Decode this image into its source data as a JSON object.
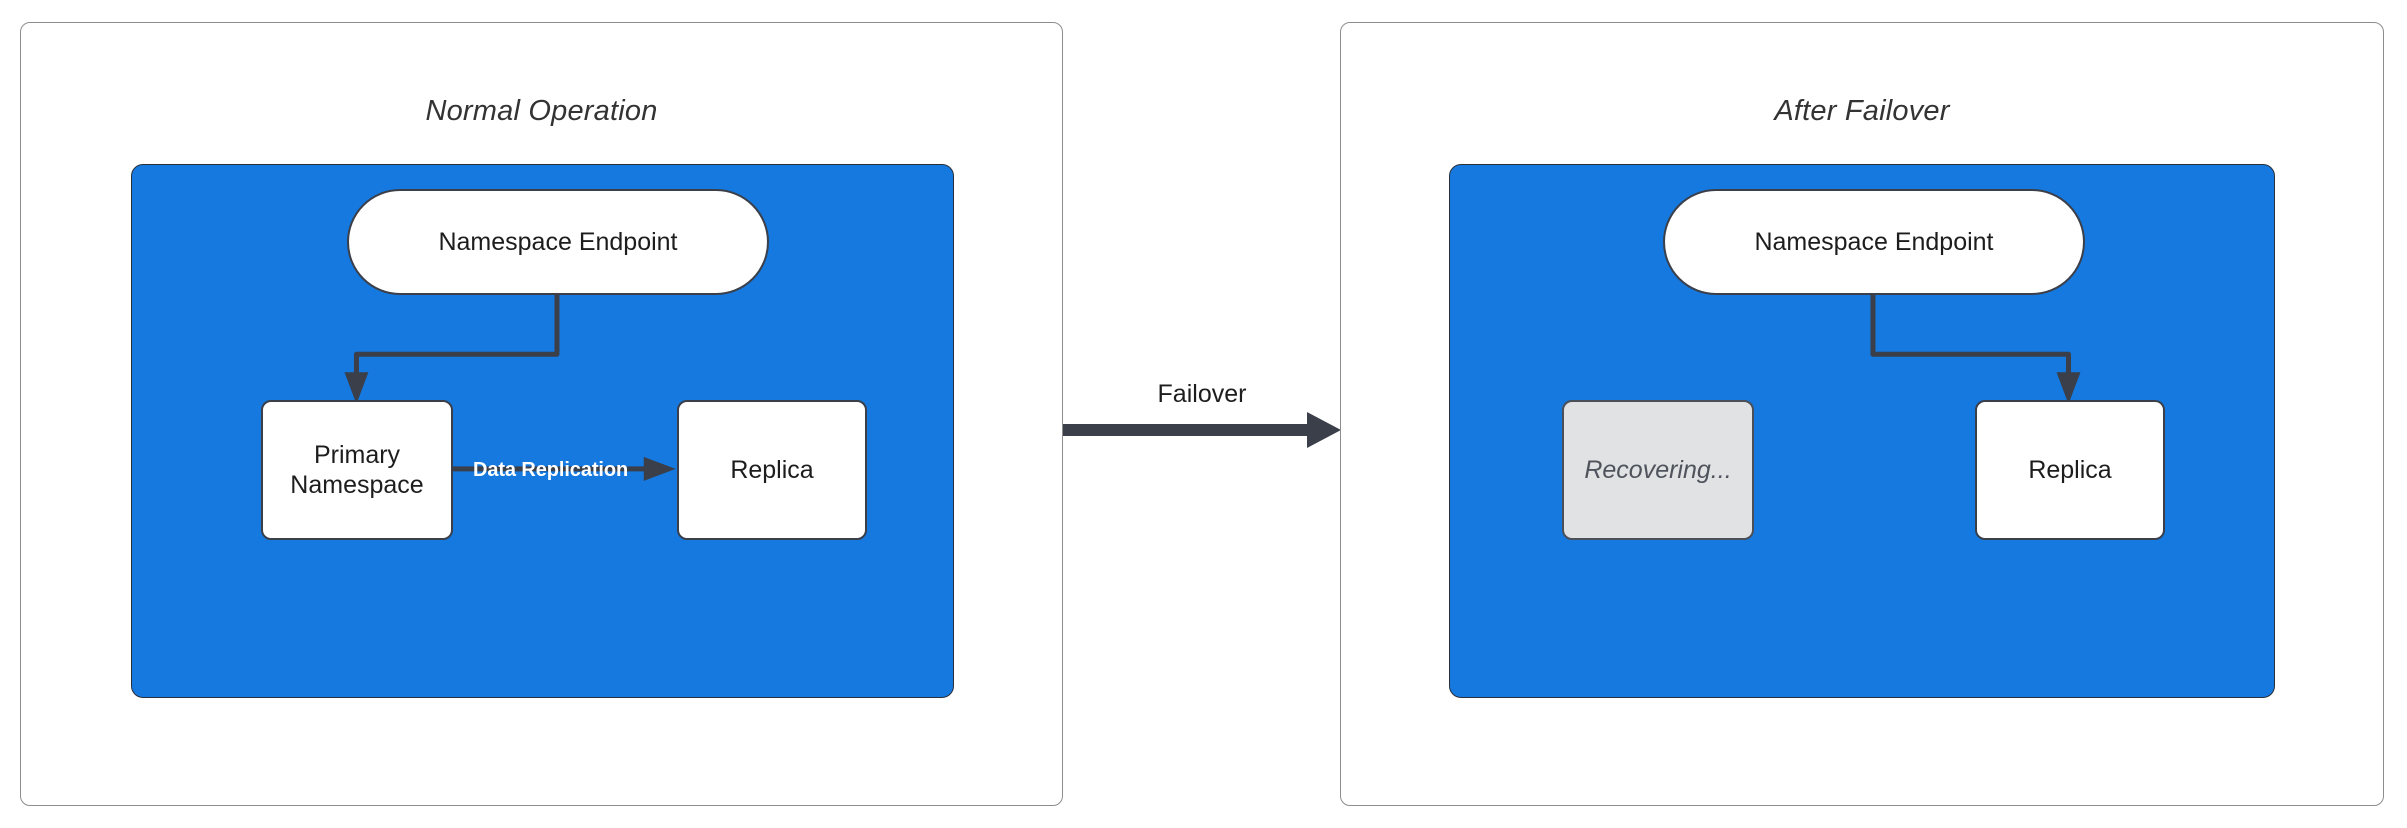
{
  "diagram": {
    "title_left": "Normal Operation",
    "title_right": "After Failover",
    "transition_label": "Failover",
    "colors": {
      "region_blue": "#1579E0",
      "node_white": "#ffffff",
      "node_muted": "#e1e2e4",
      "edge_dark": "#3a3f49",
      "panel_border": "#8d8d8d",
      "label_white": "#ffffff",
      "title_text": "#333333"
    }
  },
  "left_panel": {
    "title": "Normal Operation",
    "nodes": {
      "endpoint": "Namespace Endpoint",
      "primary": "Primary\nNamespace",
      "primary_line1": "Primary",
      "primary_line2": "Namespace",
      "replica": "Replica"
    },
    "edges": {
      "endpoint_to_primary": "",
      "primary_to_replica": "Data Replication"
    }
  },
  "right_panel": {
    "title": "After Failover",
    "nodes": {
      "endpoint": "Namespace Endpoint",
      "recovering": "Recovering...",
      "replica": "Replica"
    },
    "edges": {
      "endpoint_to_replica": ""
    }
  }
}
